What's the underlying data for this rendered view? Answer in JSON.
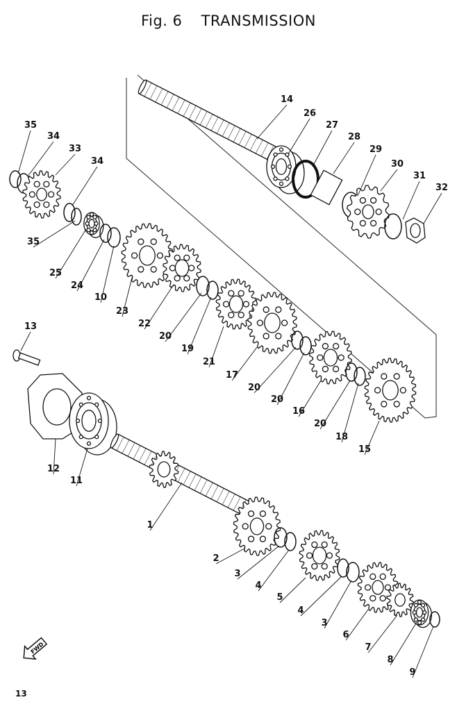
{
  "figure": {
    "number": "Fig. 6",
    "title": "TRANSMISSION"
  },
  "page_number": "13",
  "direction_badge": "FWD",
  "callouts": [
    {
      "id": "c14",
      "text": "14"
    },
    {
      "id": "c26",
      "text": "26"
    },
    {
      "id": "c27",
      "text": "27"
    },
    {
      "id": "c28",
      "text": "28"
    },
    {
      "id": "c29",
      "text": "29"
    },
    {
      "id": "c30",
      "text": "30"
    },
    {
      "id": "c31",
      "text": "31"
    },
    {
      "id": "c32",
      "text": "32"
    },
    {
      "id": "c35a",
      "text": "35"
    },
    {
      "id": "c34a",
      "text": "34"
    },
    {
      "id": "c33",
      "text": "33"
    },
    {
      "id": "c34b",
      "text": "34"
    },
    {
      "id": "c35b",
      "text": "35"
    },
    {
      "id": "c25",
      "text": "25"
    },
    {
      "id": "c24",
      "text": "24"
    },
    {
      "id": "c10",
      "text": "10"
    },
    {
      "id": "c23",
      "text": "23"
    },
    {
      "id": "c22",
      "text": "22"
    },
    {
      "id": "c20a",
      "text": "20"
    },
    {
      "id": "c19",
      "text": "19"
    },
    {
      "id": "c21",
      "text": "21"
    },
    {
      "id": "c17",
      "text": "17"
    },
    {
      "id": "c20b",
      "text": "20"
    },
    {
      "id": "c20c",
      "text": "20"
    },
    {
      "id": "c16",
      "text": "16"
    },
    {
      "id": "c20d",
      "text": "20"
    },
    {
      "id": "c18",
      "text": "18"
    },
    {
      "id": "c15",
      "text": "15"
    },
    {
      "id": "c13",
      "text": "13"
    },
    {
      "id": "c12",
      "text": "12"
    },
    {
      "id": "c11",
      "text": "11"
    },
    {
      "id": "c1",
      "text": "1"
    },
    {
      "id": "c2",
      "text": "2"
    },
    {
      "id": "c3a",
      "text": "3"
    },
    {
      "id": "c4a",
      "text": "4"
    },
    {
      "id": "c5",
      "text": "5"
    },
    {
      "id": "c4b",
      "text": "4"
    },
    {
      "id": "c3b",
      "text": "3"
    },
    {
      "id": "c6",
      "text": "6"
    },
    {
      "id": "c7",
      "text": "7"
    },
    {
      "id": "c8",
      "text": "8"
    },
    {
      "id": "c9",
      "text": "9"
    }
  ]
}
